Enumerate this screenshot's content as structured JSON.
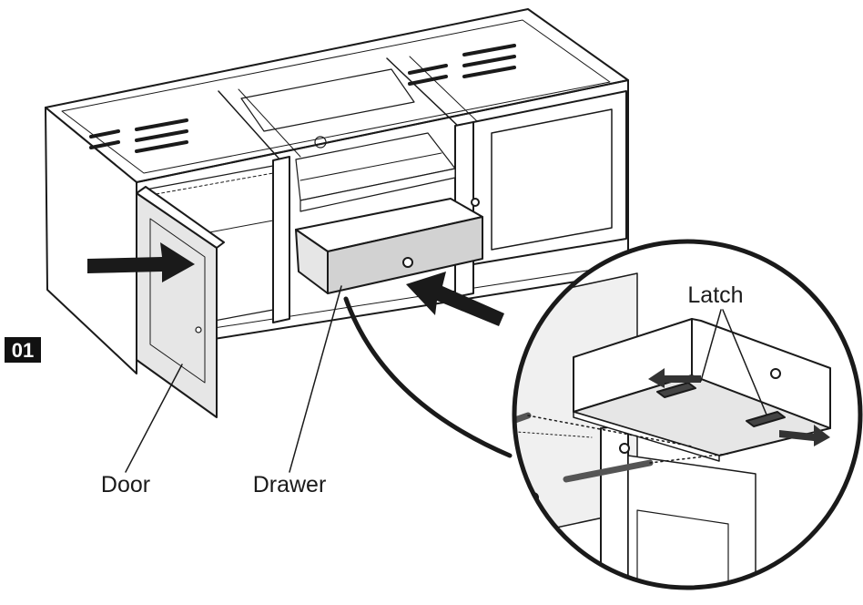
{
  "step_number": "01",
  "labels": {
    "door": "Door",
    "drawer": "Drawer",
    "latch": "Latch"
  },
  "icons": [
    "push-arrow-icon",
    "push-arrow-icon",
    "latch-arrow-icon",
    "latch-arrow-icon"
  ],
  "colors": {
    "line": "#1a1a1a",
    "panel": "#e6e6e6",
    "drawer_front": "#d2d2d2",
    "arrow": "#1a1a1a",
    "badge": "#111111"
  }
}
